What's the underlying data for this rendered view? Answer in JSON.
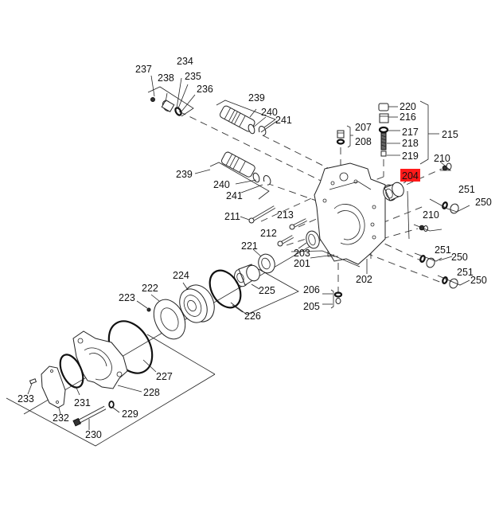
{
  "diagram": {
    "type": "exploded-parts-view",
    "highlight_color": "#ff0000",
    "highlighted_part": "204",
    "labels": {
      "l201": "201",
      "l202": "202",
      "l203": "203",
      "l204": "204",
      "l205": "205",
      "l206": "206",
      "l207": "207",
      "l208": "208",
      "l210a": "210",
      "l210b": "210",
      "l211": "211",
      "l212": "212",
      "l213": "213",
      "l215": "215",
      "l216": "216",
      "l217": "217",
      "l218": "218",
      "l219": "219",
      "l220": "220",
      "l221": "221",
      "l222": "222",
      "l223": "223",
      "l224": "224",
      "l225": "225",
      "l226": "226",
      "l227": "227",
      "l228": "228",
      "l229": "229",
      "l230": "230",
      "l231": "231",
      "l232": "232",
      "l233": "233",
      "l234": "234",
      "l235": "235",
      "l236": "236",
      "l237": "237",
      "l238": "238",
      "l239a": "239",
      "l239b": "239",
      "l240a": "240",
      "l240b": "240",
      "l241a": "241",
      "l241b": "241",
      "l250a": "250",
      "l250b": "250",
      "l250c": "250",
      "l251a": "251",
      "l251b": "251",
      "l251c": "251"
    }
  }
}
